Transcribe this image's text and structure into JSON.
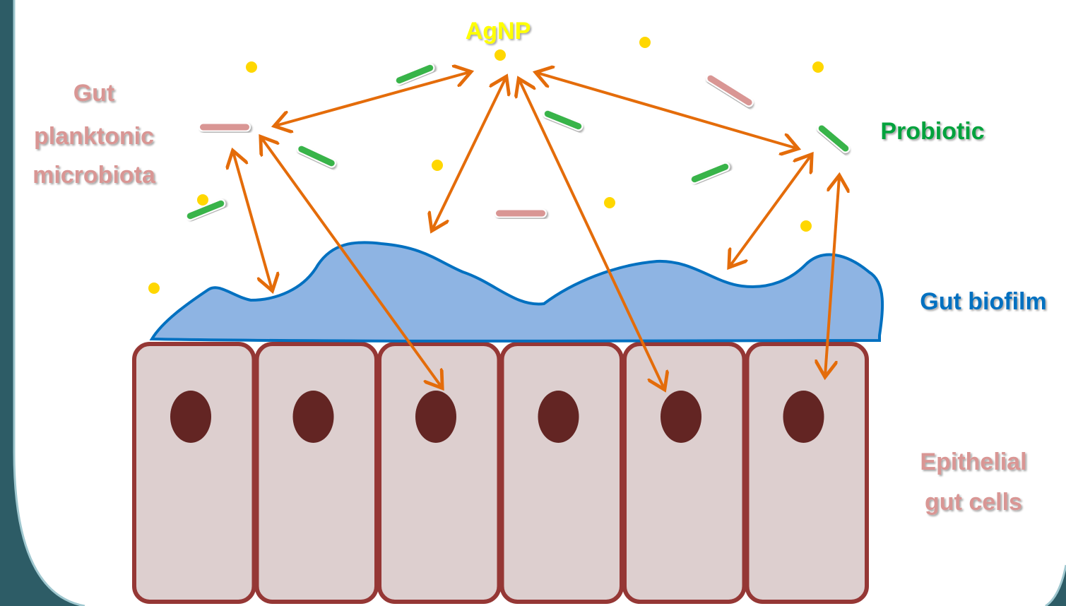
{
  "labels": {
    "agnp": "AgNP",
    "gut_planktonic_line1": "Gut",
    "gut_planktonic_line2": "planktonic",
    "gut_planktonic_line3": "microbiota",
    "probiotic": "Probiotic",
    "gut_biofilm": "Gut biofilm",
    "epithelial_line1": "Epithelial",
    "epithelial_line2": "gut cells"
  },
  "colors": {
    "frame": "#2d5c66",
    "frame_edge": "#9fc7cf",
    "agnp_text": "#ffff00",
    "agnp_particle": "#ffd700",
    "planktonic_text": "#d99694",
    "planktonic_bacterium": "#d99694",
    "probiotic_text": "#00a23c",
    "probiotic_bacterium": "#38b44a",
    "biofilm_fill": "#8eb4e3",
    "biofilm_stroke": "#0070c0",
    "biofilm_text": "#0070c0",
    "cell_fill": "#ddcfcf",
    "cell_stroke": "#953735",
    "nucleus": "#632523",
    "arrow": "#e46c0a",
    "epithelial_text": "#d99694"
  },
  "icons": {
    "agnp": "yellow-dot-particle",
    "planktonic": "pink-rod-bacterium",
    "probiotic": "green-rod-bacterium"
  },
  "counts": {
    "epithelial_cells": 6
  }
}
